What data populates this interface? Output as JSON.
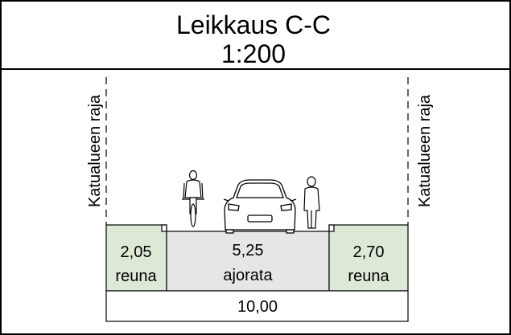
{
  "header": {
    "title": "Leikkaus C-C",
    "scale": "1:200"
  },
  "boundary_label_left": "Katualueen raja",
  "boundary_label_right": "Katualueen raja",
  "segments": [
    {
      "width": "2,05",
      "name": "reuna"
    },
    {
      "width": "5,25",
      "name": "ajorata"
    },
    {
      "width": "2,70",
      "name": "reuna"
    }
  ],
  "total_width": "10,00",
  "figures": [
    "cyclist-icon",
    "car-icon",
    "pedestrian-icon"
  ],
  "colors": {
    "verge_fill": "#dde9d6",
    "roadway_fill": "#e6e6e6",
    "line": "#000000"
  }
}
